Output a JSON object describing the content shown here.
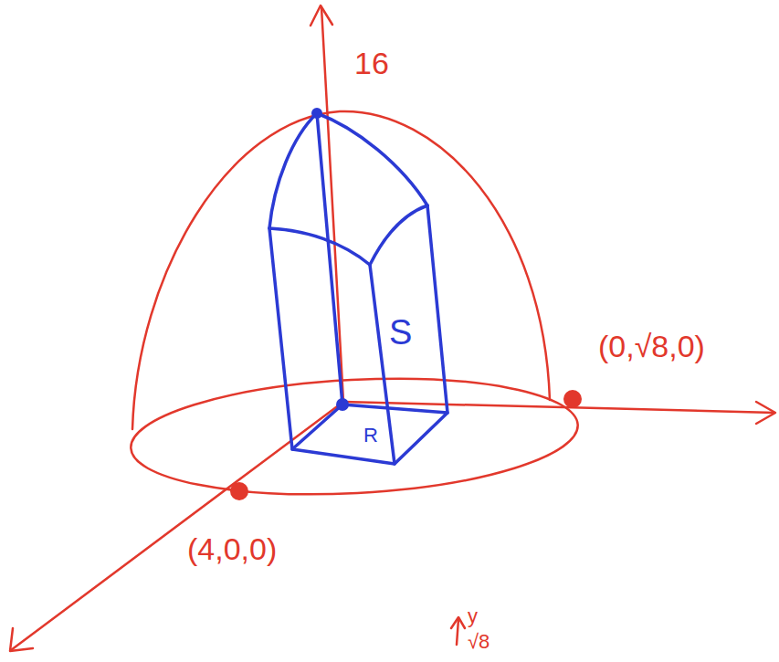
{
  "diagram": {
    "labels": [
      "16",
      "(0,√8,0)",
      "(4,0,0)",
      "S",
      "R",
      "y",
      "√8"
    ]
  }
}
